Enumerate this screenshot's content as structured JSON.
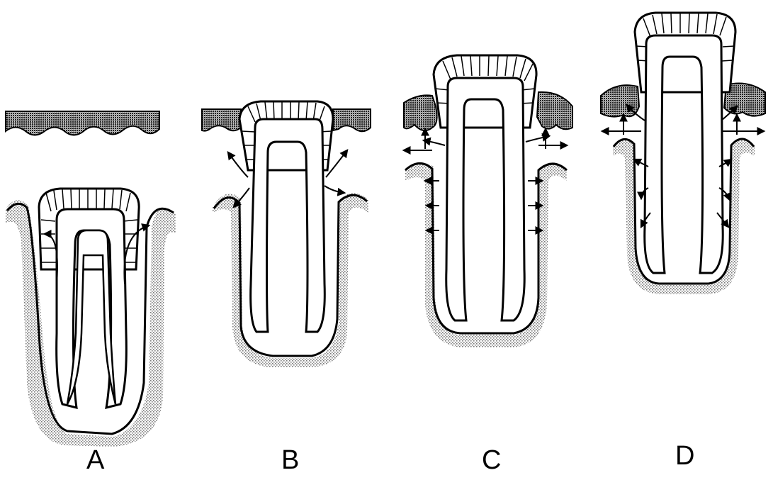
{
  "panels": [
    {
      "label": "A"
    },
    {
      "label": "B"
    },
    {
      "label": "C"
    },
    {
      "label": "D"
    }
  ],
  "colors": {
    "ink": "#000000",
    "paper": "#ffffff",
    "stipple": "#b4b4b4",
    "gingiva": "#5f5f5f"
  }
}
